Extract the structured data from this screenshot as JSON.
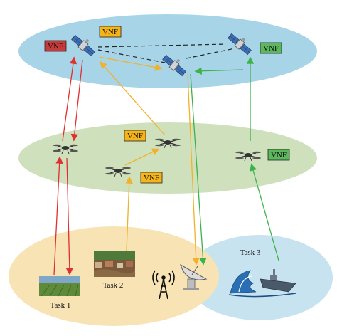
{
  "colors": {
    "space_layer": "#a8d4e8",
    "air_layer": "#cfe0bc",
    "ground_layer": "#f8e3b4",
    "sea_layer": "#c6e3ef",
    "vnf_red": "#c83a3a",
    "vnf_orange": "#f4b41a",
    "vnf_green": "#5cb85c",
    "arrow_red": "#e03030",
    "arrow_orange": "#f2b12a",
    "arrow_green": "#3cb34a"
  },
  "labels": {
    "vnf_sat_left_red": "VNF",
    "vnf_sat_left_orange": "VNF",
    "vnf_sat_right_green": "VNF",
    "vnf_uav_top_orange": "VNF",
    "vnf_uav_mid_orange": "VNF",
    "vnf_uav_right_green": "VNF",
    "task1": "Task 1",
    "task2": "Task 2",
    "task3": "Task 3"
  },
  "icons": [
    "satellite-icon",
    "drone-icon",
    "farm-field-image",
    "flooded-town-image",
    "radio-tower-icon",
    "ground-station-dish-icon",
    "ocean-wave-icon",
    "ship-icon"
  ]
}
